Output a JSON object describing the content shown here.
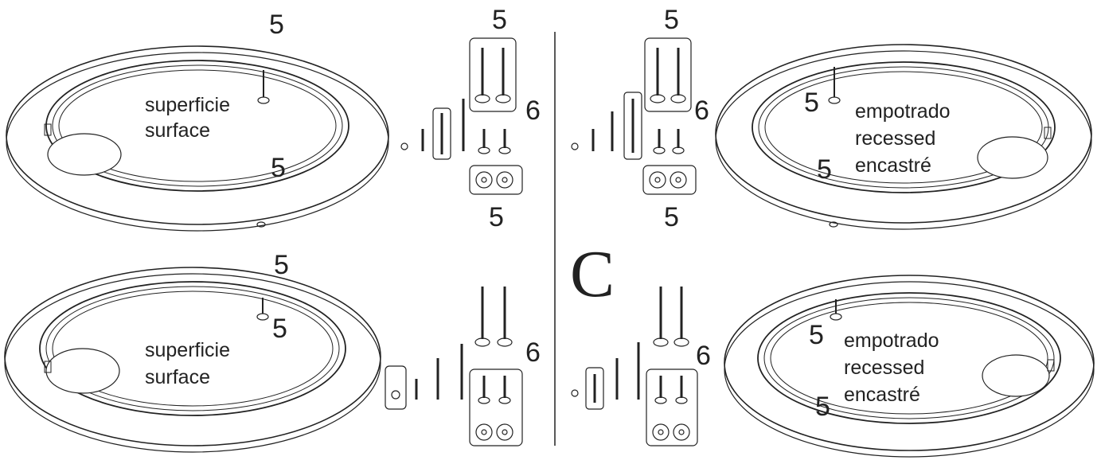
{
  "center_letter": "C",
  "quadrants": {
    "top_left": {
      "labels": [
        "superficie",
        "surface"
      ],
      "numbers": {
        "ring_top": "5",
        "ring_bottom": "5",
        "tall_bolts": "5",
        "screws": "6",
        "washers": "5"
      }
    },
    "top_right": {
      "labels": [
        "empotrado",
        "recessed",
        "encastré"
      ],
      "numbers": {
        "ring_inner_top": "5",
        "ring_inner_bottom": "5",
        "tall_bolts": "5",
        "screws": "6",
        "washers": "5"
      }
    },
    "bottom_left": {
      "labels": [
        "superficie",
        "surface"
      ],
      "numbers": {
        "ring_top": "5",
        "ring_bolt": "5",
        "screws": "6"
      }
    },
    "bottom_right": {
      "labels": [
        "empotrado",
        "recessed",
        "encastré"
      ],
      "numbers": {
        "ring_inner_top": "5",
        "ring_inner_bottom": "5",
        "screws": "6"
      }
    }
  }
}
